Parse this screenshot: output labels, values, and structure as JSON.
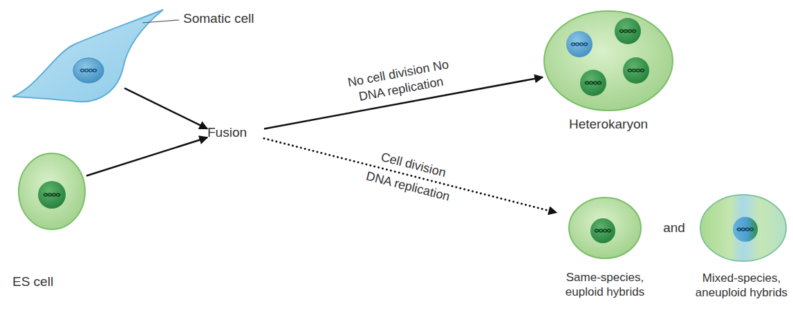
{
  "diagram": {
    "nodes": [
      {
        "text": [
          "Somatic cell"
        ]
      },
      {
        "text": [
          "ES cell"
        ]
      },
      {
        "text": [
          "Fusion"
        ]
      },
      {
        "text": [
          "Heterokaryon"
        ]
      },
      {
        "text": [
          "Same-species, euploid hybrids"
        ]
      },
      {
        "text": [
          "Mixed-species, aneuploid hybrids"
        ]
      }
    ],
    "edges": [
      {
        "from": 0,
        "to": 2,
        "arrow": "to"
      },
      {
        "from": 1,
        "to": 2,
        "arrow": "to"
      },
      {
        "from": 2,
        "to": 3,
        "label": "No cell division No DNA replication",
        "arrow": "to"
      },
      {
        "from": 2,
        "to": 4,
        "label": "Cell division DNA replication",
        "arrow": "to"
      }
    ],
    "labels": [
      "and"
    ]
  }
}
